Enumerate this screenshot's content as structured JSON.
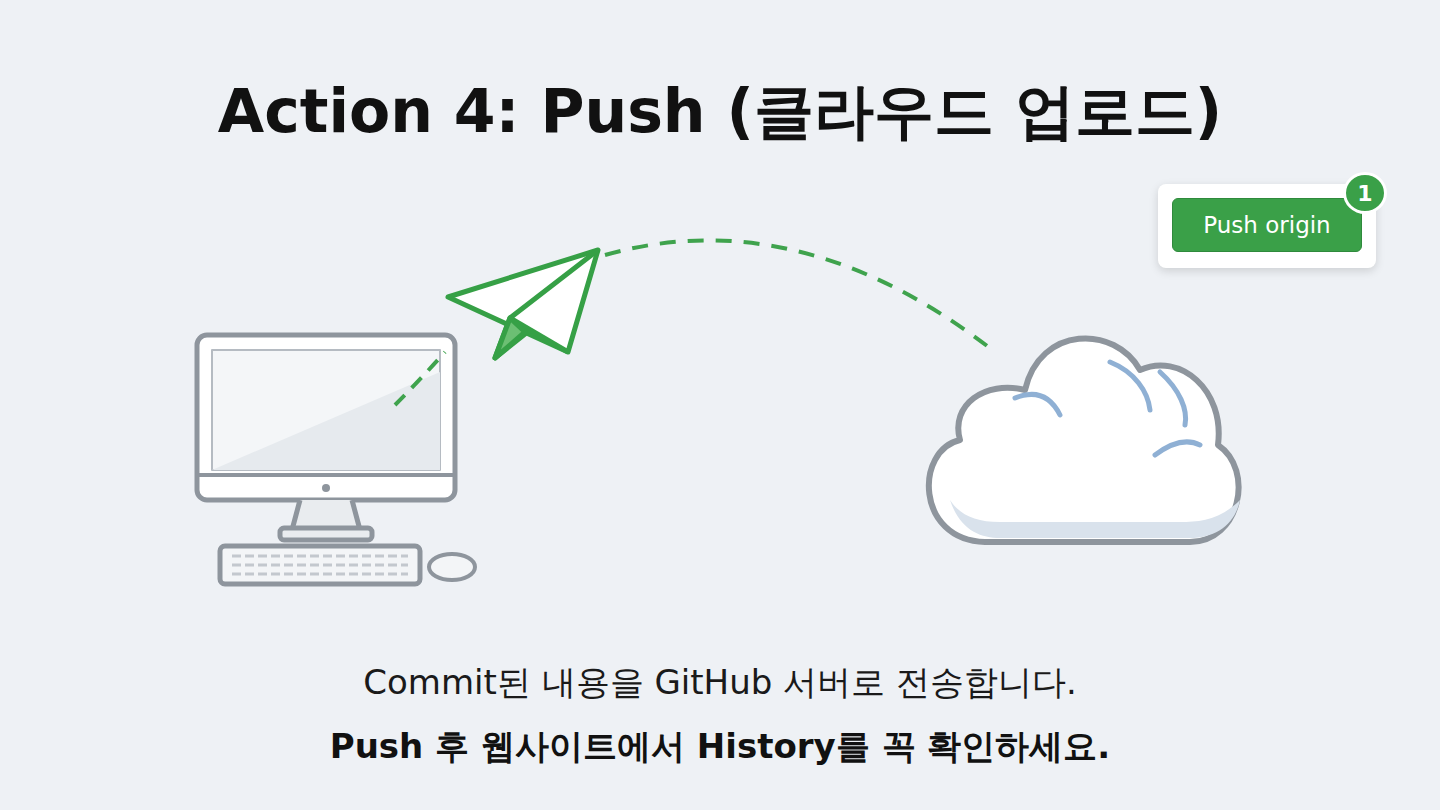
{
  "diagram": {
    "title": "Action 4: Push (클라우드 업로드)",
    "caption": "Commit된 내용을 GitHub 서버로 전송합니다.",
    "nodes": [
      {
        "text": [
          "Push origin"
        ]
      },
      {
        "text": [
          "1"
        ]
      }
    ],
    "labels": [
      "Push 후 웹사이트에서 History를 꼭 확인하세요."
    ]
  }
}
